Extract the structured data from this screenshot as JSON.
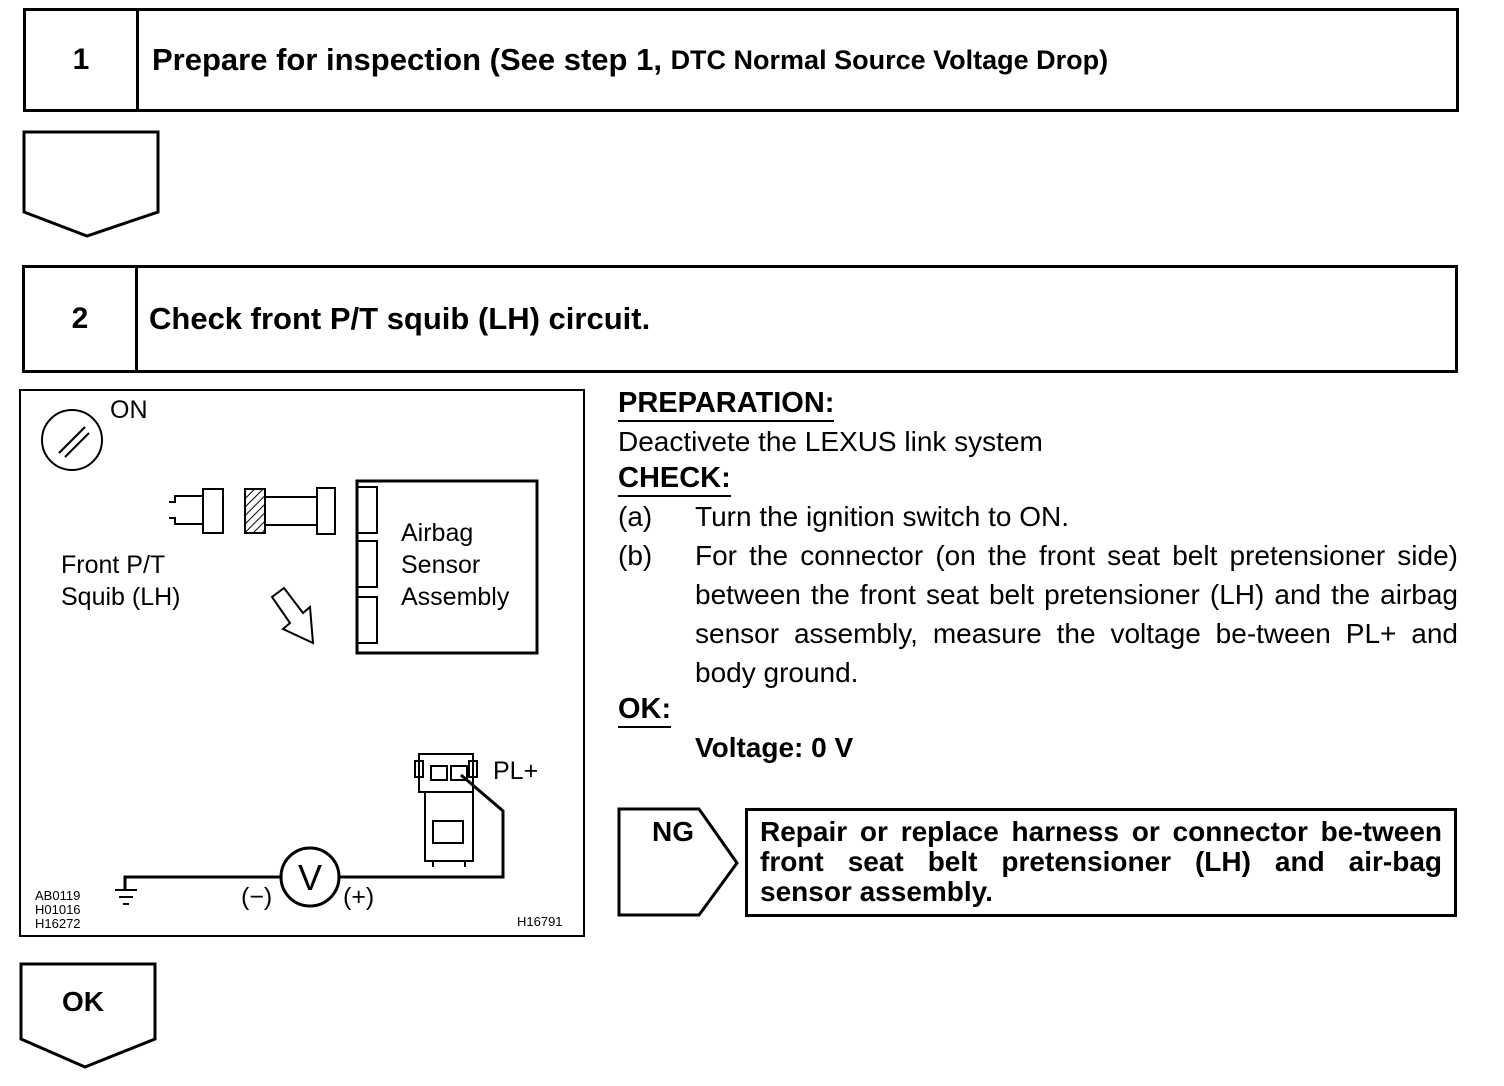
{
  "step1": {
    "number": "1",
    "title_main": "Prepare for inspection (See step 1, ",
    "title_ref": "DTC Normal Source Voltage Drop)"
  },
  "step2": {
    "number": "2",
    "title": "Check front P/T squib (LH) circuit."
  },
  "diagram": {
    "ignition_label": "ON",
    "squib_label_line1": "Front P/T",
    "squib_label_line2": "Squib (LH)",
    "sensor_label_line1": "Airbag",
    "sensor_label_line2": "Sensor",
    "sensor_label_line3": "Assembly",
    "terminal_label": "PL+",
    "minus_label": "(−)",
    "plus_label": "(+)",
    "voltmeter_symbol": "V",
    "ref_codes": [
      "AB0119",
      "H01016",
      "H16272"
    ],
    "figure_code": "H16791"
  },
  "instructions": {
    "preparation_heading": "PREPARATION:",
    "preparation_text": "Deactivete the LEXUS link system",
    "check_heading": "CHECK:",
    "items": [
      {
        "marker": "(a)",
        "text": "Turn the ignition switch to ON."
      },
      {
        "marker": "(b)",
        "text": "For the connector (on the front seat belt pretensioner side) between the front seat belt pretensioner (LH) and the airbag sensor assembly, measure the voltage be-tween PL+ and body ground."
      }
    ],
    "ok_heading": "OK:",
    "ok_value": "Voltage: 0 V"
  },
  "ng": {
    "label": "NG",
    "action": "Repair or replace harness or connector be-tween front seat belt pretensioner (LH) and air-bag sensor assembly."
  },
  "ok_arrow": {
    "label": "OK"
  }
}
